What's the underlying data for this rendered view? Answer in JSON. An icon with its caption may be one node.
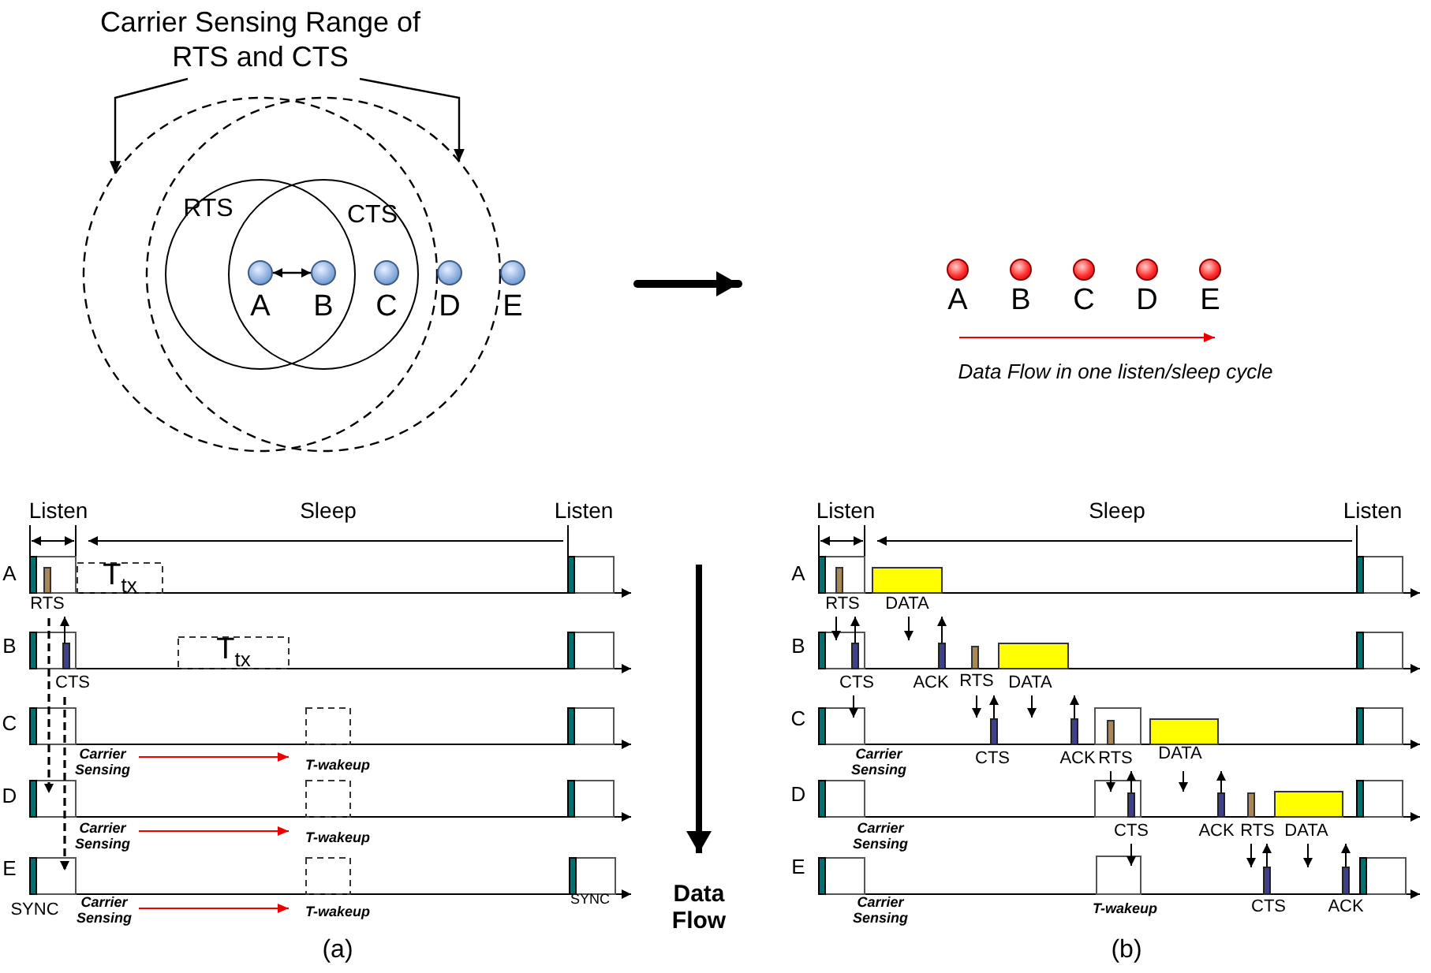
{
  "diagram": {
    "nodes": [
      {
        "text": [
          "Carrier Sensing Range of RTS and CTS"
        ]
      },
      {
        "text": [
          "A"
        ]
      },
      {
        "text": [
          "B"
        ]
      },
      {
        "text": [
          "C"
        ]
      },
      {
        "text": [
          "D"
        ]
      },
      {
        "text": [
          "E"
        ]
      },
      {
        "text": [
          "A"
        ]
      },
      {
        "text": [
          "B"
        ]
      },
      {
        "text": [
          "C"
        ]
      },
      {
        "text": [
          "D"
        ]
      },
      {
        "text": [
          "E"
        ]
      }
    ],
    "edges": [
      {
        "from": 0,
        "to": null,
        "arrow": "to"
      },
      {
        "from": 0,
        "to": null,
        "arrow": "to"
      },
      {
        "from": 1,
        "to": 2,
        "arrow": "both"
      }
    ],
    "labels": [
      "RTS",
      "CTS",
      "Data Flow in one listen/sleep cycle",
      "Listen",
      "Sleep",
      "Listen",
      "A",
      "T$_{tx}$",
      "RTS",
      "B",
      "T$_{tx}$",
      "CTS",
      "C",
      "Carrier Sensing",
      "T-wakeup",
      "D",
      "Carrier Sensing",
      "T-wakeup",
      "E",
      "SYNC",
      "Carrier Sensing",
      "T-wakeup",
      "SYNC",
      "Data Flow",
      "(a)",
      "Listen",
      "Sleep",
      "Listen",
      "A",
      "RTS",
      "DATA",
      "B",
      "CTS",
      "ACK",
      "RTS",
      "DATA",
      "C",
      "Carrier Sensing",
      "CTS",
      "ACK",
      "RTS",
      "DATA",
      "D",
      "Carrier Sensing",
      "CTS",
      "ACK",
      "RTS",
      "DATA",
      "E",
      "Carrier Sensing",
      "T-wakeup",
      "CTS",
      "ACK",
      "(b)"
    ]
  }
}
